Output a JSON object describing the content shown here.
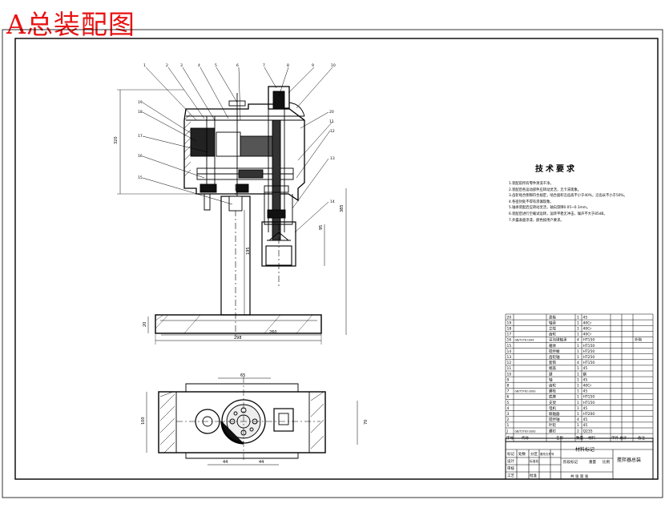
{
  "title": "A总装配图",
  "tech_requirements": {
    "heading": "技术要求",
    "items": [
      "1.装配前所有零件清洗干净。",
      "2.装配后各运动部件应转动灵活，无卡滞现象。",
      "3.齿轮啮合侧隙符合规定，啮合面积沿齿高不小于40%，沿齿长不小于50%。",
      "4.各密封处不得有渗漏现象。",
      "5.轴承装配后应转动灵活，轴向游隙0.05~0.1mm。",
      "6.装配后进行空载试运转，运转平稳无冲击，噪声不大于85dB。",
      "7.外露表面涂漆，颜色按用户要求。"
    ]
  },
  "dimensions": {
    "top_height": "320",
    "overall_height": "385",
    "motor_height": "95",
    "column_height": "195",
    "base_height": "20",
    "base_inner_width": "260",
    "base_width": "298",
    "plan_width": "65",
    "plan_left_depth": "100",
    "plan_right_depth": "70",
    "plan_offset_left": "44",
    "plan_offset_right": "44"
  },
  "balloons": [
    "1",
    "2",
    "3",
    "4",
    "5",
    "6",
    "7",
    "8",
    "9",
    "10",
    "11",
    "12",
    "13",
    "14",
    "15",
    "16",
    "17",
    "18",
    "19",
    "20"
  ],
  "bom": {
    "rows": [
      {
        "no": "20",
        "code": "",
        "name": "盖板",
        "qty": "1",
        "material": "45",
        "remark": ""
      },
      {
        "no": "19",
        "code": "",
        "name": "轴承",
        "qty": "1",
        "material": "40Cr",
        "remark": ""
      },
      {
        "no": "18",
        "code": "",
        "name": "立柱",
        "qty": "1",
        "material": "40Cr",
        "remark": ""
      },
      {
        "no": "17",
        "code": "",
        "name": "齿轮",
        "qty": "1",
        "material": "40Cr",
        "remark": ""
      },
      {
        "no": "16",
        "code": "GB/T276-1994",
        "name": "深沟球轴承",
        "qty": "4",
        "material": "HT150",
        "remark": "外购"
      },
      {
        "no": "15",
        "code": "",
        "name": "箱体",
        "qty": "1",
        "material": "HT150",
        "remark": ""
      },
      {
        "no": "14",
        "code": "",
        "name": "搅拌桶",
        "qty": "1",
        "material": "HT250",
        "remark": ""
      },
      {
        "no": "13",
        "code": "",
        "name": "齿轮轴",
        "qty": "1",
        "material": "HT250",
        "remark": ""
      },
      {
        "no": "12",
        "code": "",
        "name": "套筒",
        "qty": "4",
        "material": "HT150",
        "remark": ""
      },
      {
        "no": "11",
        "code": "",
        "name": "端盖",
        "qty": "1",
        "material": "45",
        "remark": ""
      },
      {
        "no": "10",
        "code": "",
        "name": "键",
        "qty": "1",
        "material": "钢",
        "remark": ""
      },
      {
        "no": "9",
        "code": "",
        "name": "轴",
        "qty": "1",
        "material": "45",
        "remark": ""
      },
      {
        "no": "8",
        "code": "",
        "name": "齿轮",
        "qty": "1",
        "material": "40Cr",
        "remark": ""
      },
      {
        "no": "7",
        "code": "GB/T5782-2000",
        "name": "螺栓",
        "qty": "1",
        "material": "45",
        "remark": ""
      },
      {
        "no": "6",
        "code": "",
        "name": "底座",
        "qty": "1",
        "material": "HT150",
        "remark": ""
      },
      {
        "no": "5",
        "code": "",
        "name": "支架",
        "qty": "1",
        "material": "HT150",
        "remark": ""
      },
      {
        "no": "4",
        "code": "",
        "name": "电机",
        "qty": "1",
        "material": "45",
        "remark": ""
      },
      {
        "no": "3",
        "code": "",
        "name": "联轴器",
        "qty": "1",
        "material": "HT200",
        "remark": ""
      },
      {
        "no": "2",
        "code": "",
        "name": "搅拌轴",
        "qty": "4",
        "material": "45",
        "remark": ""
      },
      {
        "no": "1",
        "code": "",
        "name": "叶轮",
        "qty": "1",
        "material": "45",
        "remark": ""
      },
      {
        "no": "J",
        "code": "GB/T5783-2000",
        "name": "螺钉",
        "qty": "2",
        "material": "Q235",
        "remark": ""
      }
    ],
    "header": {
      "no": "序号",
      "code": "代号",
      "name": "名称",
      "qty": "数量",
      "material": "材料",
      "weight": "单件 总计",
      "weight2": "重量",
      "remark": "备注"
    }
  },
  "title_block": {
    "material_mark": "材料标记",
    "drawing_name": "搅拌器总装",
    "row_labels": [
      "标记",
      "处数",
      "分区",
      "更改文件号",
      "签名",
      "年月日"
    ],
    "design": "设计",
    "check": "审核",
    "process": "工艺",
    "standardize": "标准化",
    "approve": "批准",
    "stage_labels": [
      "阶段标记",
      "重量",
      "比例"
    ],
    "sheet": "共 张 第 张"
  }
}
